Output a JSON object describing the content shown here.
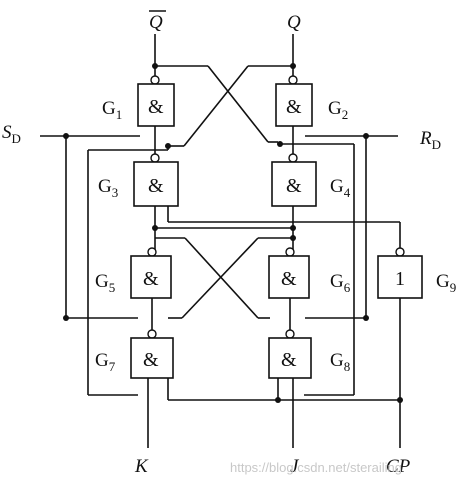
{
  "signals": {
    "q_bar": "Q",
    "q": "Q",
    "sd": {
      "main": "S",
      "sub": "D"
    },
    "rd": {
      "main": "R",
      "sub": "D"
    },
    "k": "K",
    "j": "J",
    "cp": "CP"
  },
  "gates": [
    {
      "id": "G1",
      "main": "G",
      "sub": "1",
      "symbol": "&"
    },
    {
      "id": "G2",
      "main": "G",
      "sub": "2",
      "symbol": "&"
    },
    {
      "id": "G3",
      "main": "G",
      "sub": "3",
      "symbol": "&"
    },
    {
      "id": "G4",
      "main": "G",
      "sub": "4",
      "symbol": "&"
    },
    {
      "id": "G5",
      "main": "G",
      "sub": "5",
      "symbol": "&"
    },
    {
      "id": "G6",
      "main": "G",
      "sub": "6",
      "symbol": "&"
    },
    {
      "id": "G7",
      "main": "G",
      "sub": "7",
      "symbol": "&"
    },
    {
      "id": "G8",
      "main": "G",
      "sub": "8",
      "symbol": "&"
    },
    {
      "id": "G9",
      "main": "G",
      "sub": "9",
      "symbol": "1"
    }
  ],
  "watermark": "https://blog.csdn.net/sterailing"
}
